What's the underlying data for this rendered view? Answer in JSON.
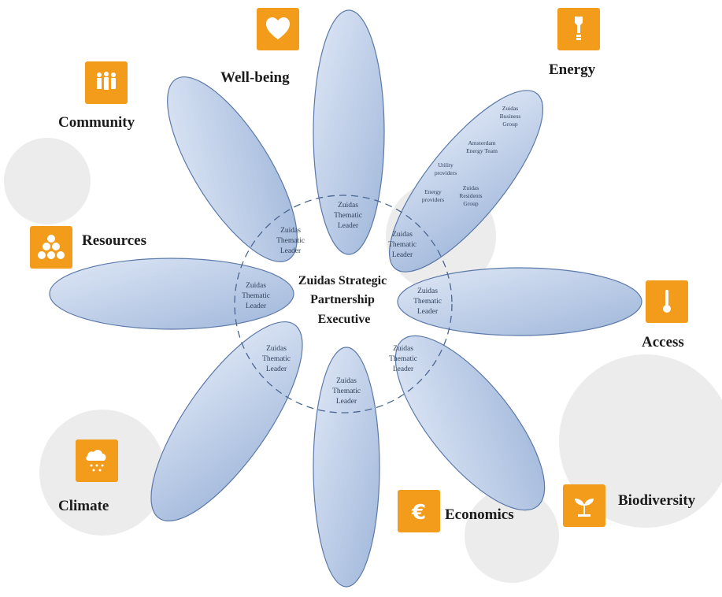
{
  "center_title": [
    "Zuidas Strategic",
    "Partnership",
    "Executive"
  ],
  "petal_label": [
    "Zuidas",
    "Thematic",
    "Leader"
  ],
  "energy_stakeholders": {
    "zuidas_business_group": [
      "Zuidas",
      "Business",
      "Group"
    ],
    "amsterdam_energy_team": [
      "Amsterdam",
      "Energy Team"
    ],
    "utility_providers": [
      "Utility",
      "providers"
    ],
    "zuidas_residents_group": [
      "Zuidas",
      "Residents",
      "Group"
    ],
    "energy_providers": [
      "Energy",
      "providers"
    ]
  },
  "themes": {
    "wellbeing": "Well-being",
    "energy": "Energy",
    "community": "Community",
    "resources": "Resources",
    "access": "Access",
    "climate": "Climate",
    "economics": "Economics",
    "biodiversity": "Biodiversity"
  },
  "icons": {
    "wellbeing": "heart-icon",
    "energy": "lightbulb-icon",
    "community": "people-icon",
    "resources": "stacked-circles-icon",
    "access": "thermometer-icon",
    "climate": "cloud-rain-icon",
    "economics": "euro-icon",
    "biodiversity": "plant-icon"
  },
  "colors": {
    "accent": "#f39c1b",
    "petal_fill": "#b4c8e6",
    "petal_stroke": "#5b79a8"
  }
}
